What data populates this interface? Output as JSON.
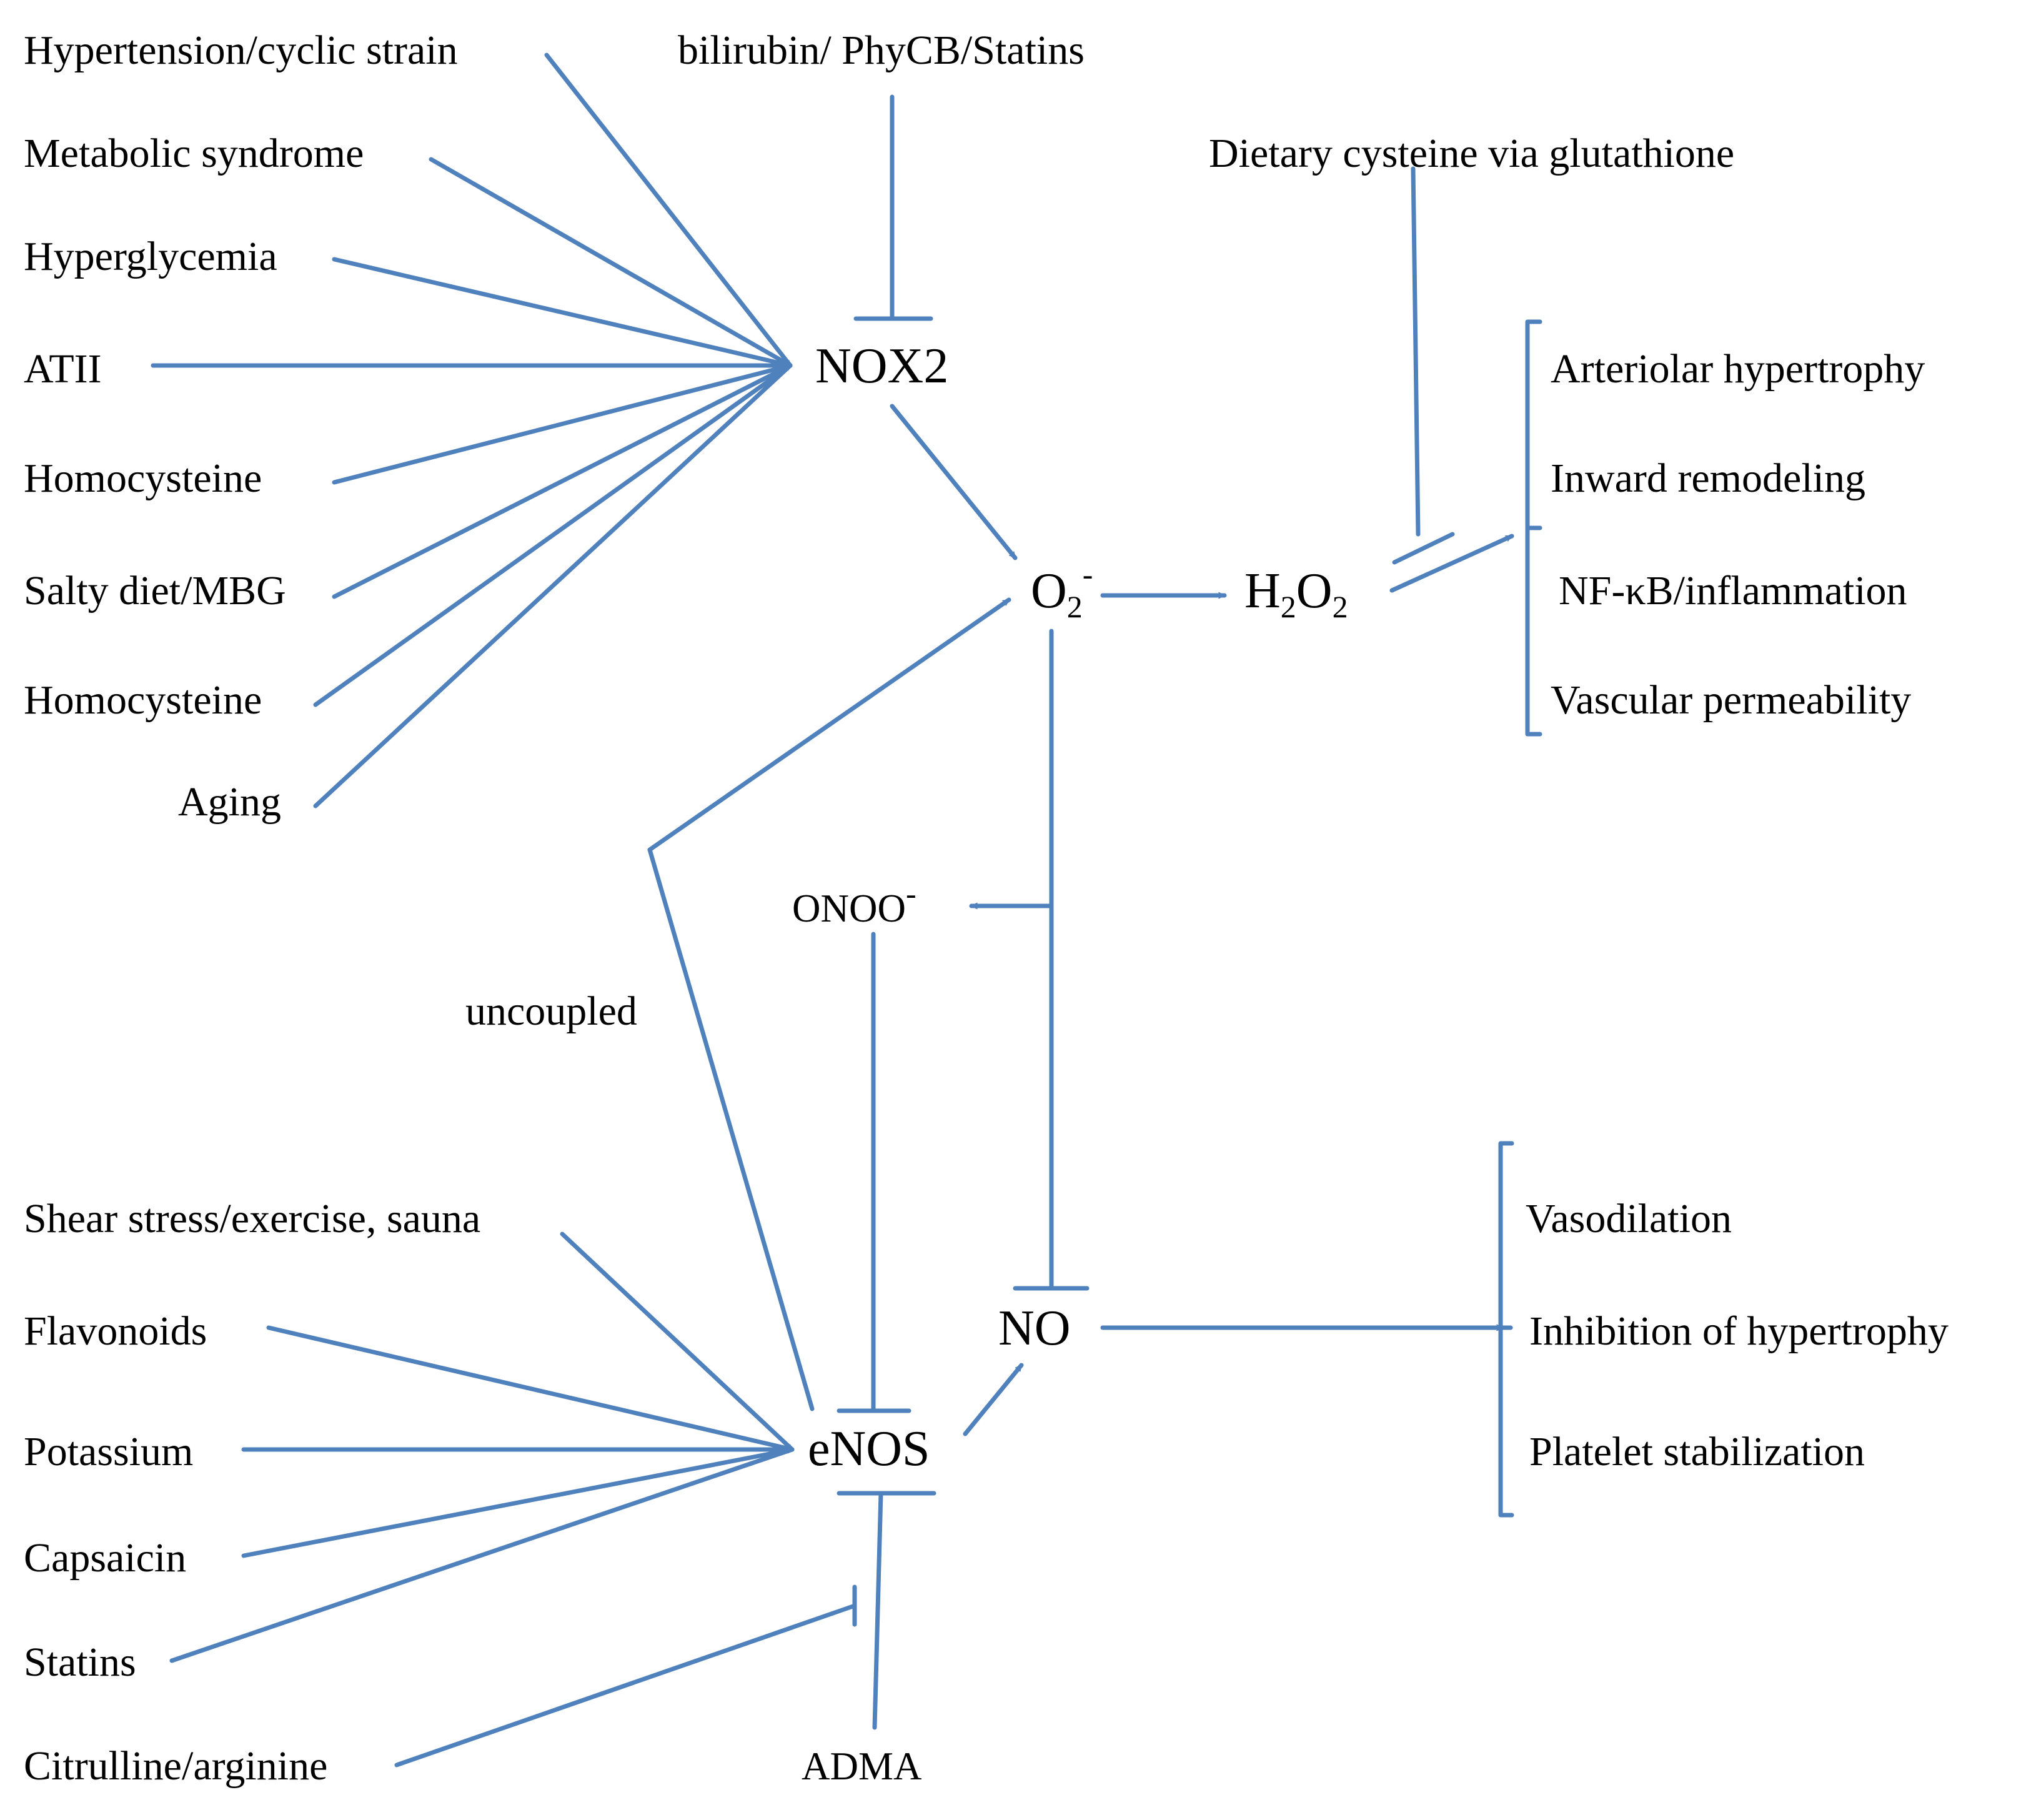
{
  "colors": {
    "edge": "#4f81bd",
    "text": "#000000",
    "background": "#ffffff"
  },
  "nodes": {
    "nox2": "NOX2",
    "superoxide": {
      "base": "O",
      "sub": "2",
      "sup": "-"
    },
    "h2o2": {
      "h": "H",
      "sub1": "2",
      "o": "O",
      "sub2": "2"
    },
    "peroxynitrite": {
      "base": "ONOO",
      "sup": "-"
    },
    "no": "NO",
    "enos": "eNOS",
    "adma": "ADMA"
  },
  "labels": {
    "inhibitor_nox2": "bilirubin/ PhyCB/Statins",
    "dietary_cysteine": "Dietary cysteine via glutathione",
    "uncoupled": "uncoupled"
  },
  "nox2_activators": [
    "Hypertension/cyclic strain",
    "Metabolic syndrome",
    "Hyperglycemia",
    "ATII",
    "Homocysteine",
    "Salty diet/MBG",
    "Homocysteine",
    "Aging"
  ],
  "enos_activators": [
    "Shear stress/exercise, sauna",
    "Flavonoids",
    "Potassium",
    "Capsaicin",
    "Statins",
    "Citrulline/arginine"
  ],
  "h2o2_effects": [
    "Arteriolar hypertrophy",
    "Inward remodeling",
    "NF-κB/inflammation",
    "Vascular permeability"
  ],
  "no_effects": [
    "Vasodilation",
    "Inhibition of hypertrophy",
    "Platelet stabilization"
  ]
}
